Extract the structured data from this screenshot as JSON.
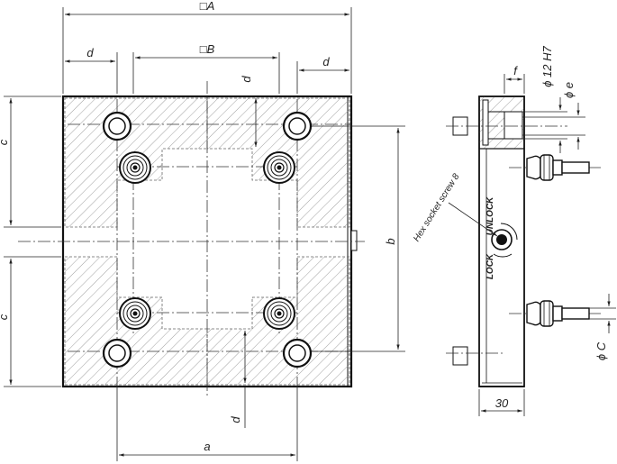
{
  "drawing": {
    "top_view": {
      "dim_A": "□A",
      "dim_B": "□B",
      "dim_d": "d",
      "dim_c": "c",
      "dim_b": "b",
      "dim_a": "a"
    },
    "side_view": {
      "dim_f": "f",
      "dim_12H7": "ϕ 12 H7",
      "dim_e": "ϕ e",
      "dim_C": "ϕ C",
      "dim_30": "30",
      "hex_note": "Hex socket screw 8"
    },
    "engravings": [
      "UNLOCK",
      "LOCK"
    ]
  }
}
